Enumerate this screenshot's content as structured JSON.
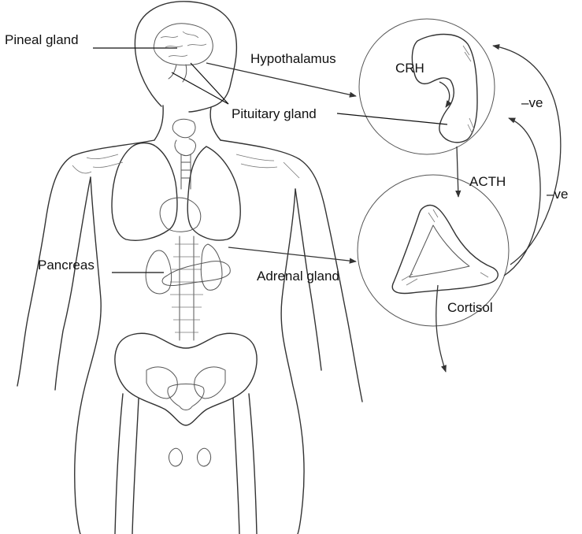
{
  "labels": {
    "pineal": "Pineal gland",
    "hypothalamus": "Hypothalamus",
    "pituitary": "Pituitary gland",
    "crh": "CRH",
    "neg1": "–ve",
    "acth": "ACTH",
    "neg2": "–ve",
    "pancreas": "Pancreas",
    "adrenal": "Adrenal gland",
    "cortisol": "Cortisol"
  }
}
